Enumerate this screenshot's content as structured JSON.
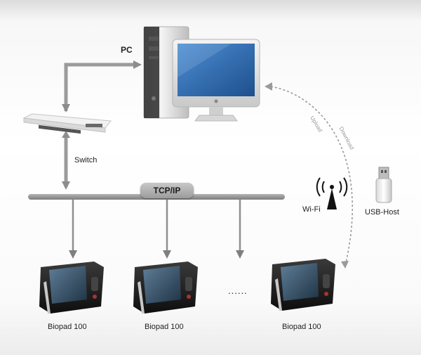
{
  "labels": {
    "pc": "PC",
    "switch": "Switch",
    "network": "TCP/IP",
    "wifi": "Wi-Fi",
    "usb_host": "USB-Host",
    "upload": "Upload",
    "download": "Download",
    "ellipsis": "......"
  },
  "devices": [
    {
      "label": "Biopad 100"
    },
    {
      "label": "Biopad 100"
    },
    {
      "label": "Biopad 100"
    }
  ],
  "colors": {
    "line": "#9b9b9b",
    "monitor_screen": "#2f6fb3",
    "device_body": "#1d1d1d",
    "tower": "#e4e4e4"
  }
}
